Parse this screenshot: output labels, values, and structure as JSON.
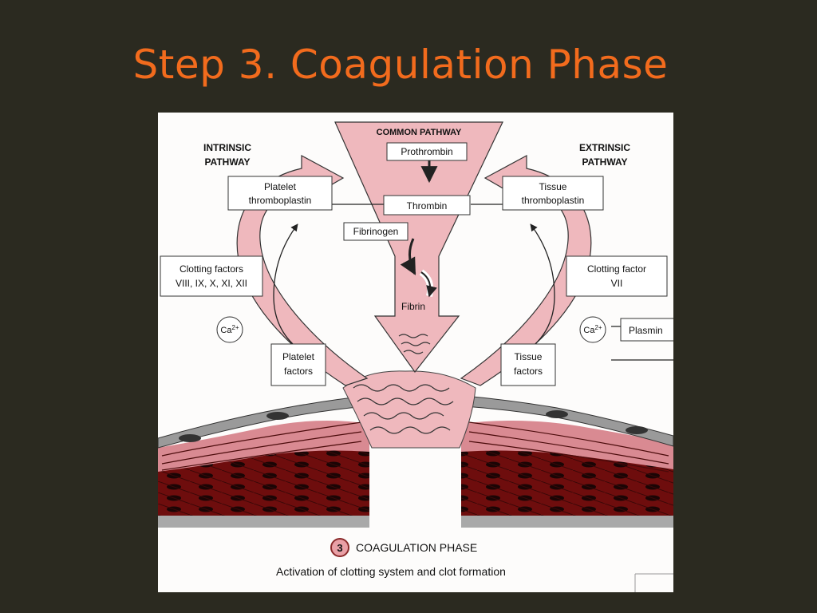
{
  "slide": {
    "title": "Step 3. Coagulation Phase"
  },
  "diagram": {
    "common_pathway_label": "COMMON PATHWAY",
    "intrinsic_label_line1": "INTRINSIC",
    "intrinsic_label_line2": "PATHWAY",
    "extrinsic_label_line1": "EXTRINSIC",
    "extrinsic_label_line2": "PATHWAY",
    "prothrombin": "Prothrombin",
    "thrombin": "Thrombin",
    "fibrinogen": "Fibrinogen",
    "fibrin": "Fibrin",
    "platelet_thromboplastin_line1": "Platelet",
    "platelet_thromboplastin_line2": "thromboplastin",
    "tissue_thromboplastin_line1": "Tissue",
    "tissue_thromboplastin_line2": "thromboplastin",
    "clotting_factors_intrinsic_line1": "Clotting factors",
    "clotting_factors_intrinsic_line2": "VIII, IX, X, XI, XII",
    "clotting_factor_extrinsic_line1": "Clotting factor",
    "clotting_factor_extrinsic_line2": "VII",
    "calcium": "Ca",
    "calcium_charge": "2+",
    "plasmin": "Plasmin",
    "platelet_factors_line1": "Platelet",
    "platelet_factors_line2": "factors",
    "tissue_factors_line1": "Tissue",
    "tissue_factors_line2": "factors",
    "phase_number": "3",
    "phase_title": "COAGULATION PHASE",
    "caption": "Activation of clotting system and clot formation"
  },
  "colors": {
    "title": "#f26b1d",
    "background": "#2b2a20",
    "arrow_pink": "#efb8bd",
    "tissue_dark_red": "#6e0d0d",
    "tissue_pink": "#d98a92",
    "endothelium_gray": "#9a9a9a"
  }
}
